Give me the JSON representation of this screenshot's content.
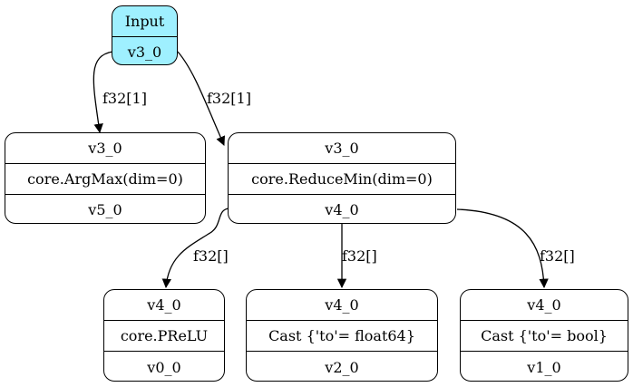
{
  "nodes": {
    "input": {
      "title": "Input",
      "value": "v3_0"
    },
    "argmax": {
      "in": "v3_0",
      "op": "core.ArgMax(dim=0)",
      "out": "v5_0"
    },
    "reducemin": {
      "in": "v3_0",
      "op": "core.ReduceMin(dim=0)",
      "out": "v4_0"
    },
    "prelu": {
      "in": "v4_0",
      "op": "core.PReLU",
      "out": "v0_0"
    },
    "cast_f64": {
      "in": "v4_0",
      "op": "Cast {'to'= float64}",
      "out": "v2_0"
    },
    "cast_bool": {
      "in": "v4_0",
      "op": "Cast {'to'= bool}",
      "out": "v1_0"
    }
  },
  "edges": [
    {
      "from": "input",
      "to": "argmax",
      "label": "f32[1]"
    },
    {
      "from": "input",
      "to": "reducemin",
      "label": "f32[1]"
    },
    {
      "from": "reducemin",
      "to": "prelu",
      "label": "f32[]"
    },
    {
      "from": "reducemin",
      "to": "cast_f64",
      "label": "f32[]"
    },
    {
      "from": "reducemin",
      "to": "cast_bool",
      "label": "f32[]"
    }
  ],
  "colors": {
    "input_fill": "#9ff0ff",
    "stroke": "#000000"
  }
}
